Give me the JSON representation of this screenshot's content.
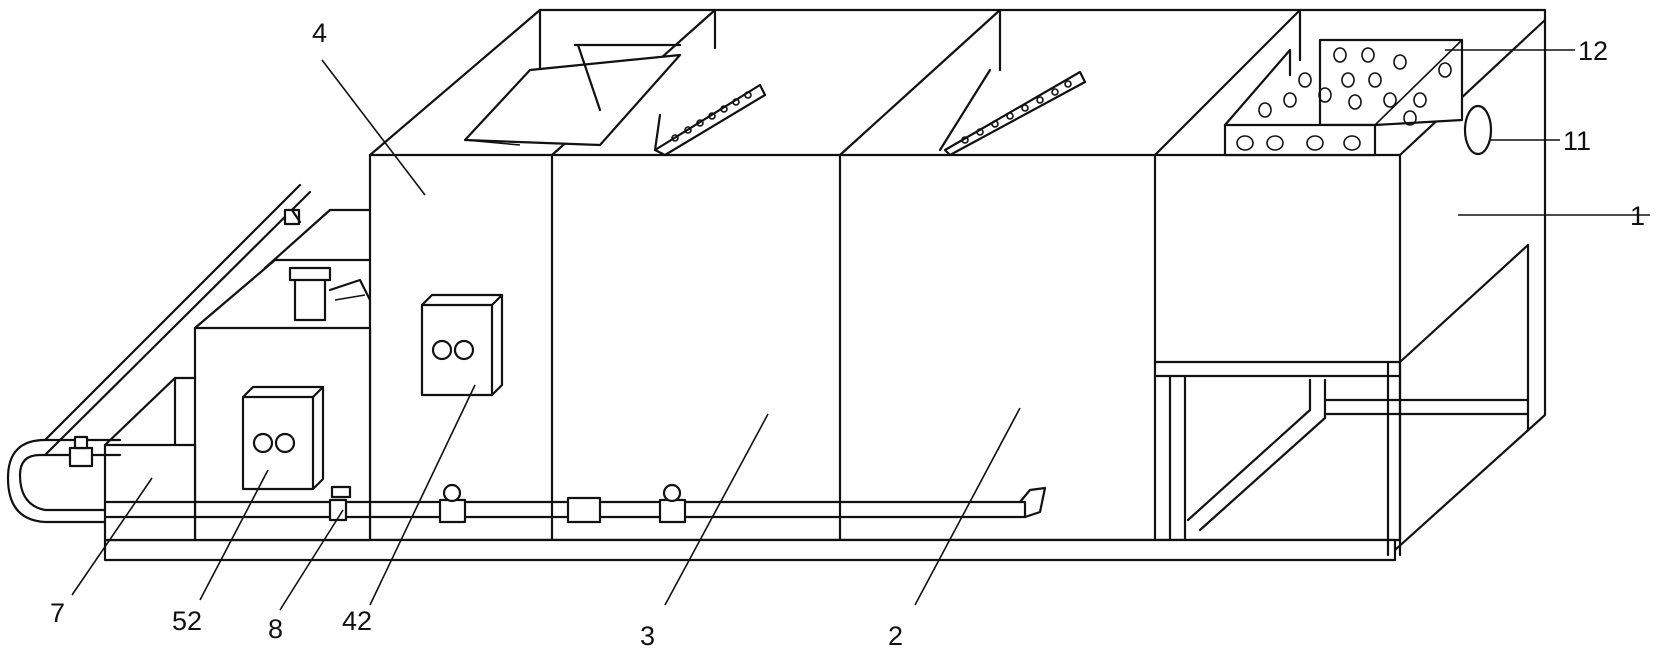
{
  "labels": {
    "l1": "1",
    "l2": "2",
    "l3": "3",
    "l4": "4",
    "l7": "7",
    "l8": "8",
    "l11": "11",
    "l12": "12",
    "l42": "42",
    "l52": "52"
  }
}
